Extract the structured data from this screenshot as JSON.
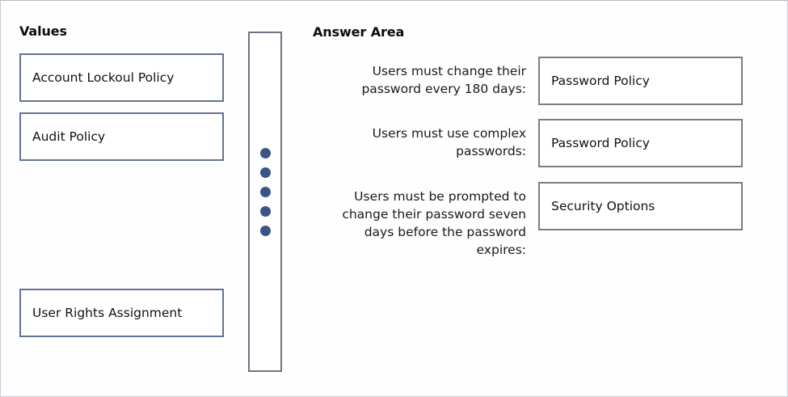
{
  "values_panel": {
    "heading": "Values",
    "items": [
      {
        "label": "Account Lockoul Policy"
      },
      {
        "label": "Audit Policy"
      },
      {
        "label": "User Rights Assignment"
      }
    ]
  },
  "scroll_column": {
    "dot_count": 5,
    "dot_color": "#3b5488",
    "border_color": "#6d7585"
  },
  "answer_area": {
    "heading": "Answer Area",
    "rows": [
      {
        "prompt": "Users must change their password every 180 days:",
        "value": "Password Policy"
      },
      {
        "prompt": "Users must use complex passwords:",
        "value": "Password Policy"
      },
      {
        "prompt": "Users must be prompted to change their password seven days before the password expires:",
        "value": "Security Options"
      }
    ]
  },
  "theme": {
    "value_border": "#647291",
    "answer_border": "#7d7d7d",
    "page_background": "#fefefe",
    "text_color": "#111111"
  }
}
